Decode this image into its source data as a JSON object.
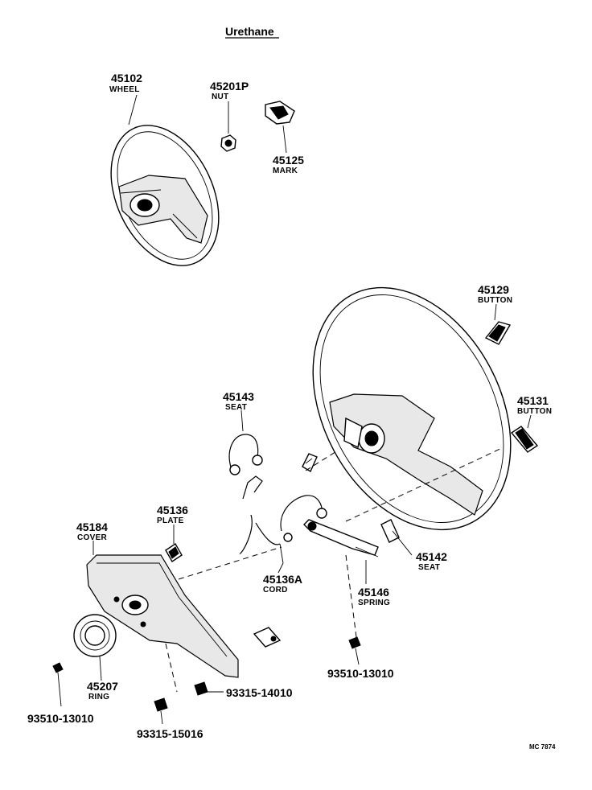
{
  "title": "Urethane",
  "code": "MC 7874",
  "parts": [
    {
      "id": "wheel-urethane",
      "number": "45102",
      "name": "WHEEL"
    },
    {
      "id": "nut",
      "number": "45201P",
      "name": "NUT"
    },
    {
      "id": "mark",
      "number": "45125",
      "name": "MARK"
    },
    {
      "id": "button-upper",
      "number": "45129",
      "name": "BUTTON"
    },
    {
      "id": "button-lower",
      "number": "45131",
      "name": "BUTTON"
    },
    {
      "id": "seat-left",
      "number": "45143",
      "name": "SEAT"
    },
    {
      "id": "plate",
      "number": "45136",
      "name": "PLATE"
    },
    {
      "id": "cover",
      "number": "45184",
      "name": "COVER"
    },
    {
      "id": "cord",
      "number": "45136A",
      "name": "CORD"
    },
    {
      "id": "spring",
      "number": "45146",
      "name": "SPRING"
    },
    {
      "id": "seat-right",
      "number": "45142",
      "name": "SEAT"
    },
    {
      "id": "ring",
      "number": "45207",
      "name": "RING"
    }
  ],
  "fasteners": [
    {
      "id": "screw-spring",
      "number": "93510-13010"
    },
    {
      "id": "screw-ring",
      "number": "93510-13010"
    },
    {
      "id": "screw-cover-upper",
      "number": "93315-14010"
    },
    {
      "id": "screw-cover-lower",
      "number": "93315-15016"
    }
  ]
}
